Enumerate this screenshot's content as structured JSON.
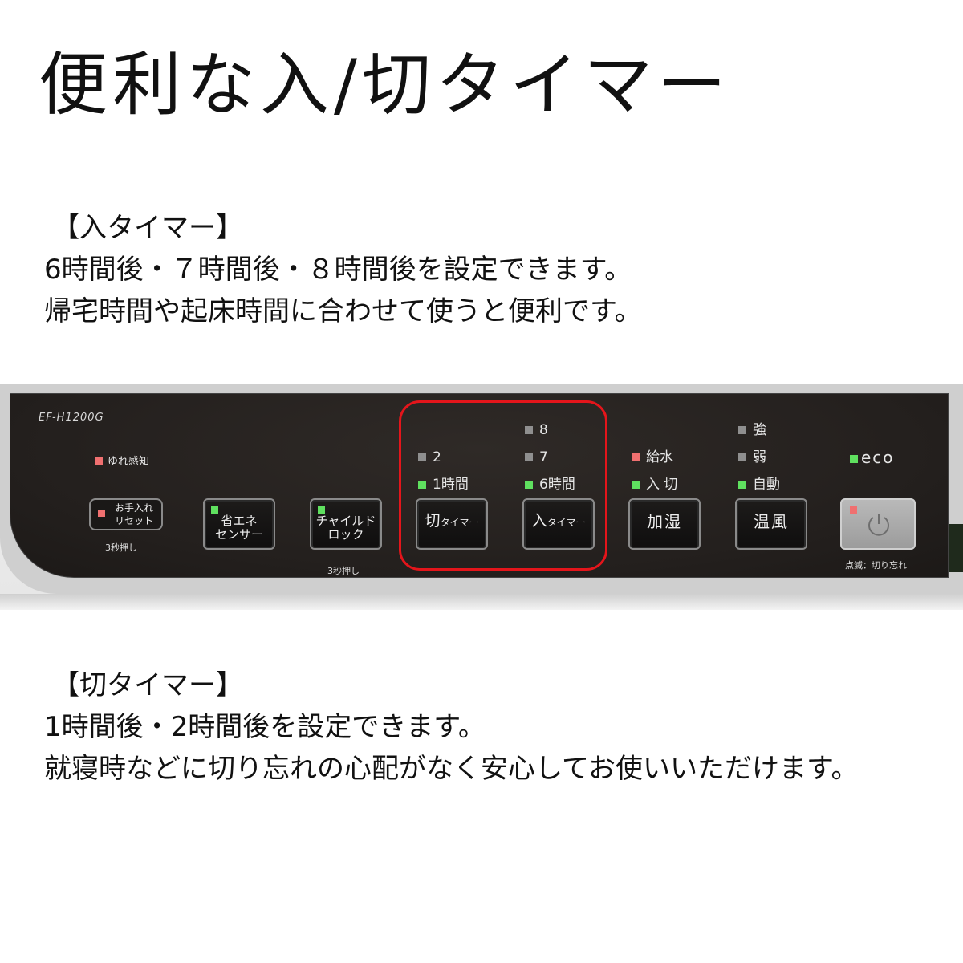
{
  "title": "便利な入/切タイマー",
  "on_timer": {
    "heading": "【入タイマー】",
    "lines": [
      "6時間後・７時間後・８時間後を設定できます。",
      "帰宅時間や起床時間に合わせて使うと便利です。"
    ]
  },
  "off_timer": {
    "heading": "【切タイマー】",
    "lines": [
      "1時間後・2時間後を設定できます。",
      "就寝時などに切り忘れの心配がなく安心してお使いいただけます。"
    ]
  },
  "panel": {
    "model": "EF-H1200G",
    "indicators": {
      "sway_detect": "ゆれ感知",
      "off_2": "2",
      "off_1h": "1時間",
      "on_8": "8",
      "on_7": "7",
      "on_6h": "6時間",
      "water": "給水",
      "on_off": "入 切",
      "strong": "強",
      "weak": "弱",
      "auto": "自動",
      "eco": "eco"
    },
    "buttons": {
      "reset": "お手入れ\nリセット",
      "reset_caption": "3秒押し",
      "energy_sensor": "省エネ\nセンサー",
      "child_lock": "チャイルド\nロック",
      "child_lock_caption": "3秒押し",
      "off_timer_main": "切",
      "off_timer_sub": "タイマー",
      "on_timer_main": "入",
      "on_timer_sub": "タイマー",
      "humidify": "加湿",
      "warm_air": "温風",
      "power_caption": "点滅：切り忘れ"
    },
    "colors": {
      "highlight": "#e4151b",
      "led_red": "#f07070",
      "led_green": "#5fe05f",
      "led_grey": "#8f8f8f"
    }
  }
}
